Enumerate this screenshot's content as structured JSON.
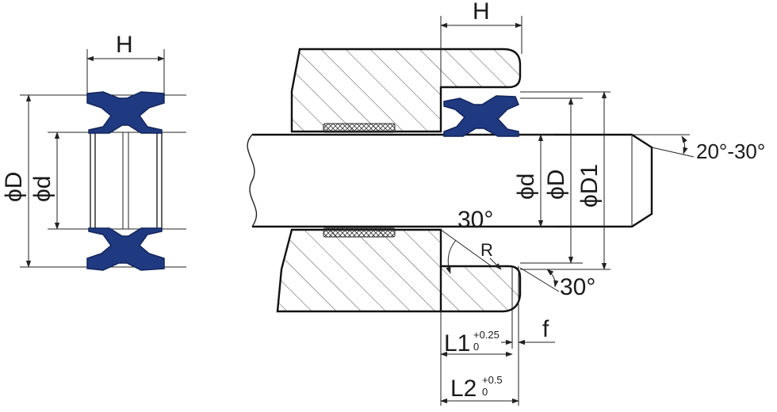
{
  "colors": {
    "seal": "#1f3a80",
    "seal_edge": "#12245a",
    "line": "#222222",
    "hatch": "#4a4a4a",
    "background": "#ffffff"
  },
  "left_view": {
    "width_label": "H",
    "outer_diameter_label": "ϕD",
    "inner_diameter_label": "ϕd"
  },
  "right_view": {
    "width_label": "H",
    "bore_d_label": "ϕd",
    "bore_D_label": "ϕD",
    "bore_D1_label": "ϕD1",
    "chamfer_angle_label": "20°-30°",
    "lead_in_angle_label": "30°",
    "groove_angle_label": "30°",
    "radius_label": "R",
    "gap_label": "f",
    "groove_L1": {
      "label": "L1",
      "tol_upper": "+0.25",
      "tol_lower": "0"
    },
    "groove_L2": {
      "label": "L2",
      "tol_upper": "+0.5",
      "tol_lower": "0"
    }
  }
}
